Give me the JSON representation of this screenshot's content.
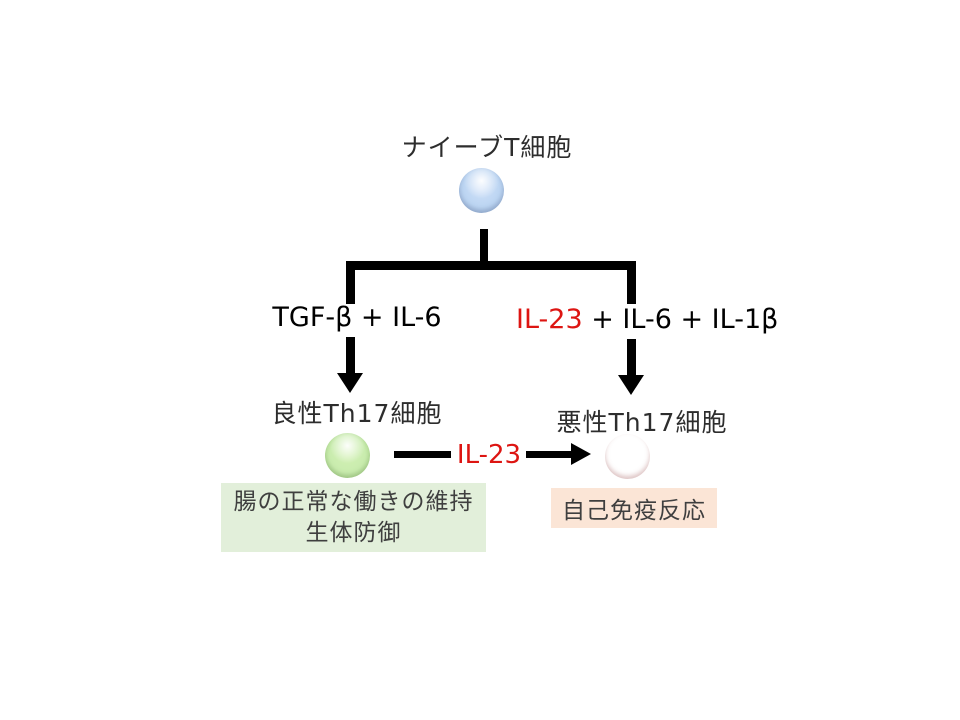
{
  "slide": {
    "title": "ナイーブT細胞",
    "branch": {
      "left_condition": "TGF-β + IL-6",
      "right_condition": {
        "highlight": "IL-23",
        "rest": " + IL-6 + IL-1β"
      }
    },
    "cells": {
      "benign_label": "良性Th17細胞",
      "malignant_label": "悪性Th17細胞"
    },
    "conversion_label": "IL-23",
    "outcomes": {
      "benign_line1": "腸の正常な働きの維持",
      "benign_line2": "生体防御",
      "autoimmune": "自己免疫反応"
    },
    "colors": {
      "highlight_red": "#dd1512",
      "connector_black": "#000000",
      "benign_box_bg": "#e2efda",
      "autoimmune_box_bg": "#fbe5d6",
      "naive_cell_fill": "#bcd5f2",
      "benign_cell_fill": "#c9ecae",
      "malignant_cell_fill": "#f49e9e"
    }
  }
}
